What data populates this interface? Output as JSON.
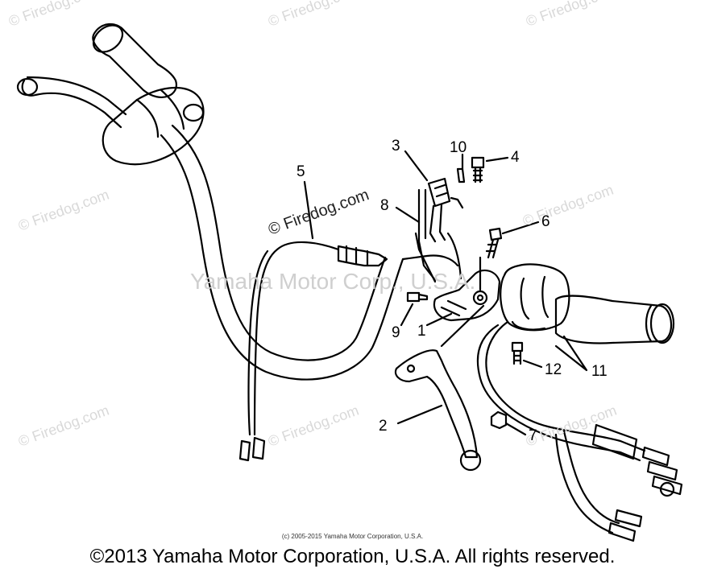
{
  "watermark": {
    "text": "© Firedog.com",
    "center_text": "Yamaha Motor Corp., U.S.A."
  },
  "part_labels": [
    "1",
    "2",
    "3",
    "4",
    "5",
    "6",
    "7",
    "8",
    "9",
    "10",
    "11",
    "12"
  ],
  "footer": {
    "small_copyright": "(c) 2005-2015 Yamaha Motor Corporation, U.S.A.",
    "copyright": "©2013 Yamaha Motor Corporation, U.S.A. All rights reserved."
  }
}
